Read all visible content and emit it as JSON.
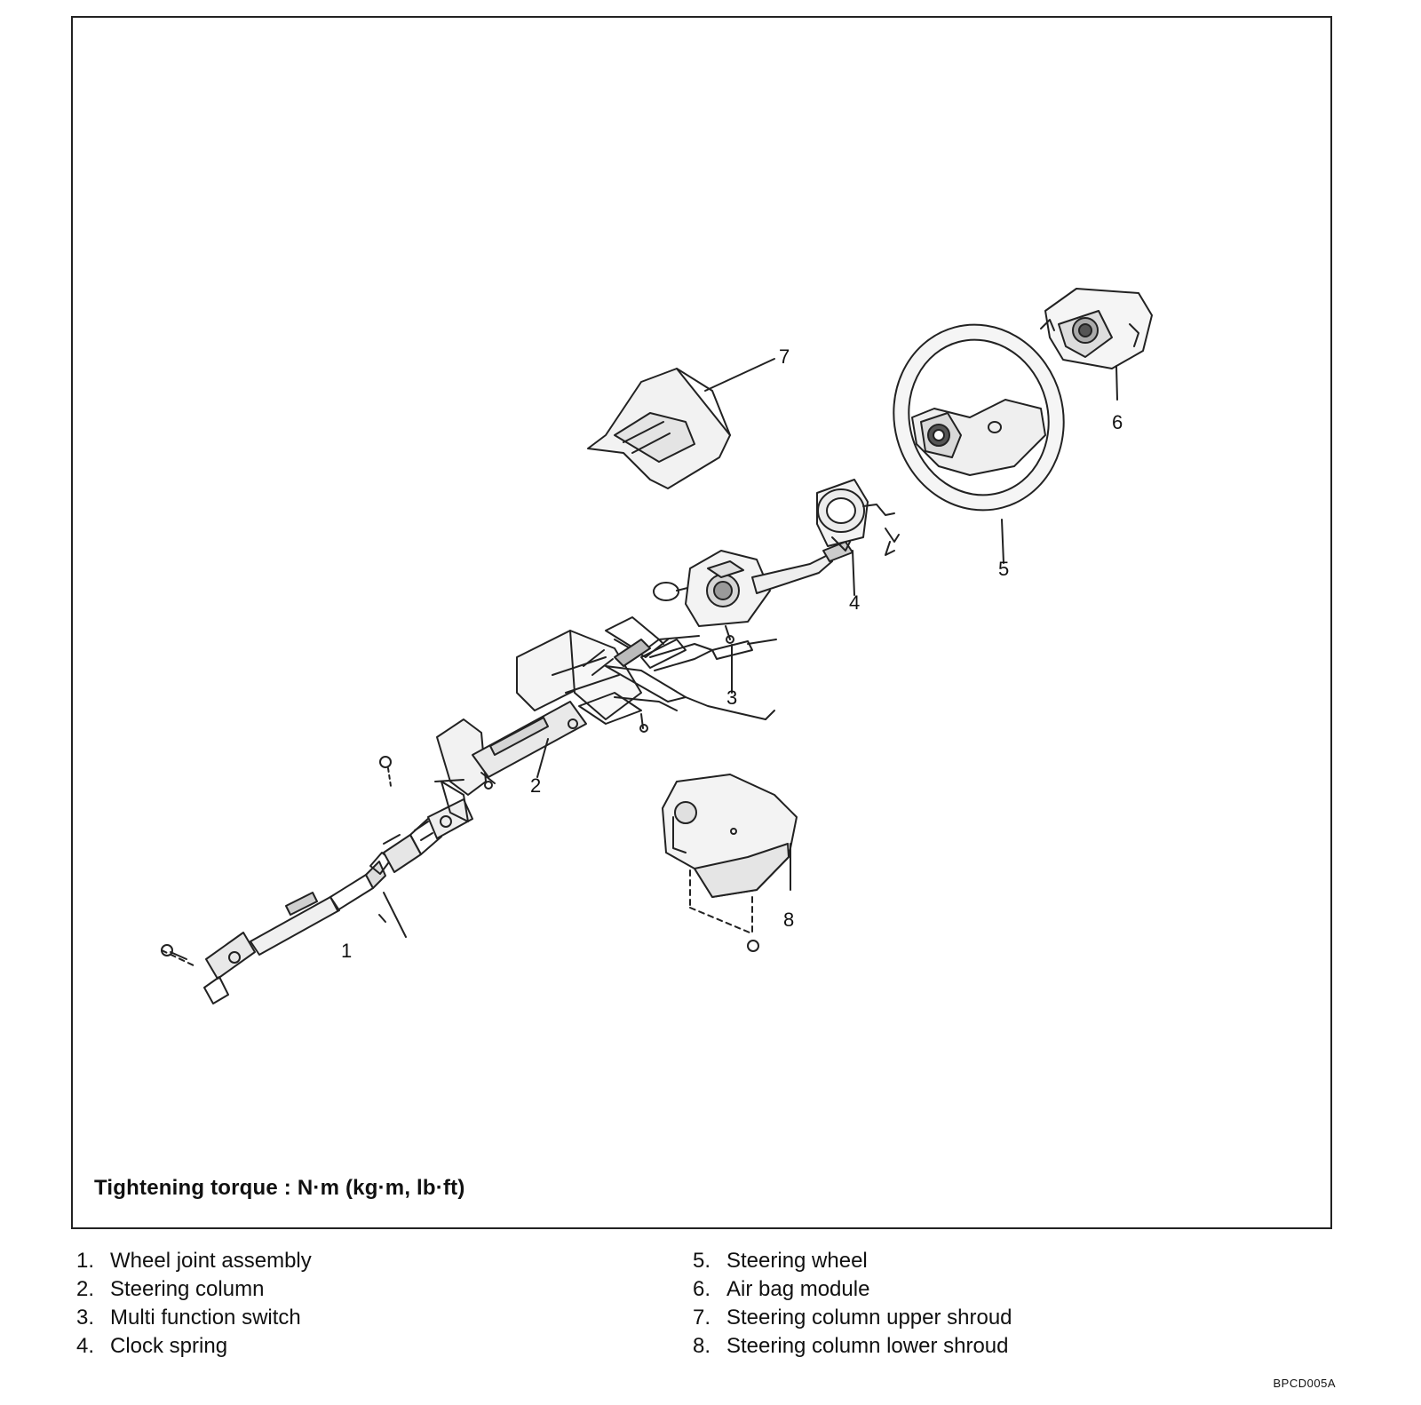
{
  "torque_note": "Tightening torque : N·m (kg·m, lb·ft)",
  "callouts": [
    "1",
    "2",
    "3",
    "4",
    "5",
    "6",
    "7",
    "8"
  ],
  "legend": {
    "left": [
      {
        "num": "1.",
        "label": "Wheel joint assembly"
      },
      {
        "num": "2.",
        "label": "Steering column"
      },
      {
        "num": "3.",
        "label": "Multi function switch"
      },
      {
        "num": "4.",
        "label": "Clock spring"
      }
    ],
    "right": [
      {
        "num": "5.",
        "label": "Steering wheel"
      },
      {
        "num": "6.",
        "label": "Air bag module"
      },
      {
        "num": "7.",
        "label": "Steering column upper shroud"
      },
      {
        "num": "8.",
        "label": "Steering column lower shroud"
      }
    ]
  },
  "figure_code": "BPCD005A"
}
